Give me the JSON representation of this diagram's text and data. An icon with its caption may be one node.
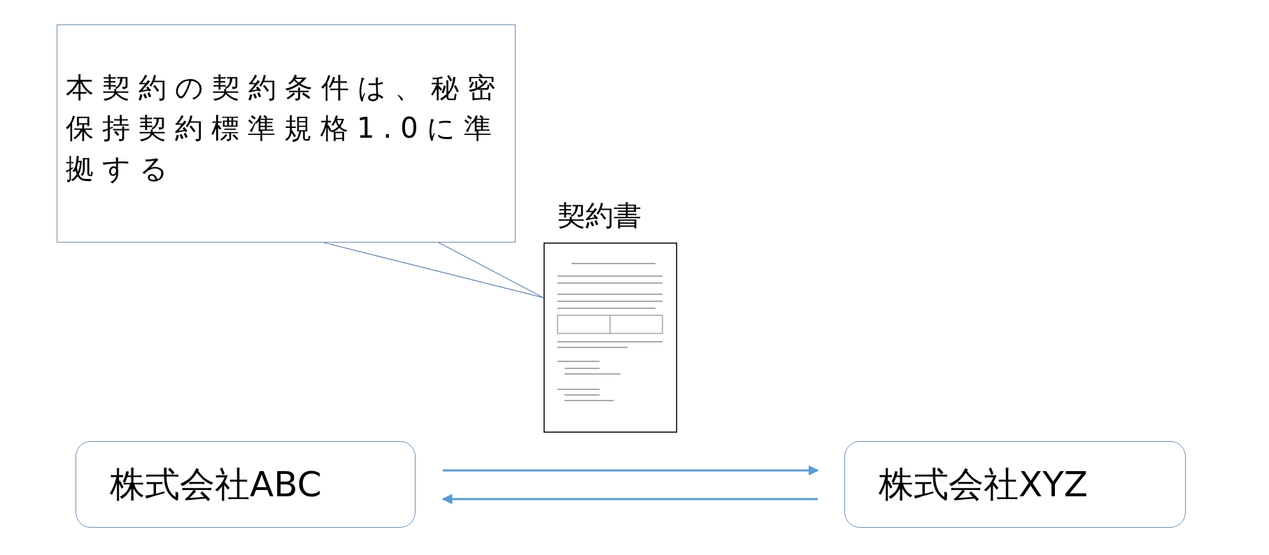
{
  "diagram": {
    "nodes": [
      {
        "text": [
          "本契約の契約条件は、秘密保持契約標準規格1.0に準拠する"
        ]
      },
      {
        "text": [],
        "shape": "picture",
        "beside": [
          "契約書"
        ]
      },
      {
        "text": [
          "株式会社ABC"
        ]
      },
      {
        "text": [
          "株式会社XYZ"
        ]
      }
    ],
    "edges": [
      {
        "from": 0,
        "to": 1,
        "arrow": "none"
      },
      {
        "from": 2,
        "to": 3,
        "arrow": "to"
      },
      {
        "from": 3,
        "to": 2,
        "arrow": "to"
      }
    ]
  }
}
